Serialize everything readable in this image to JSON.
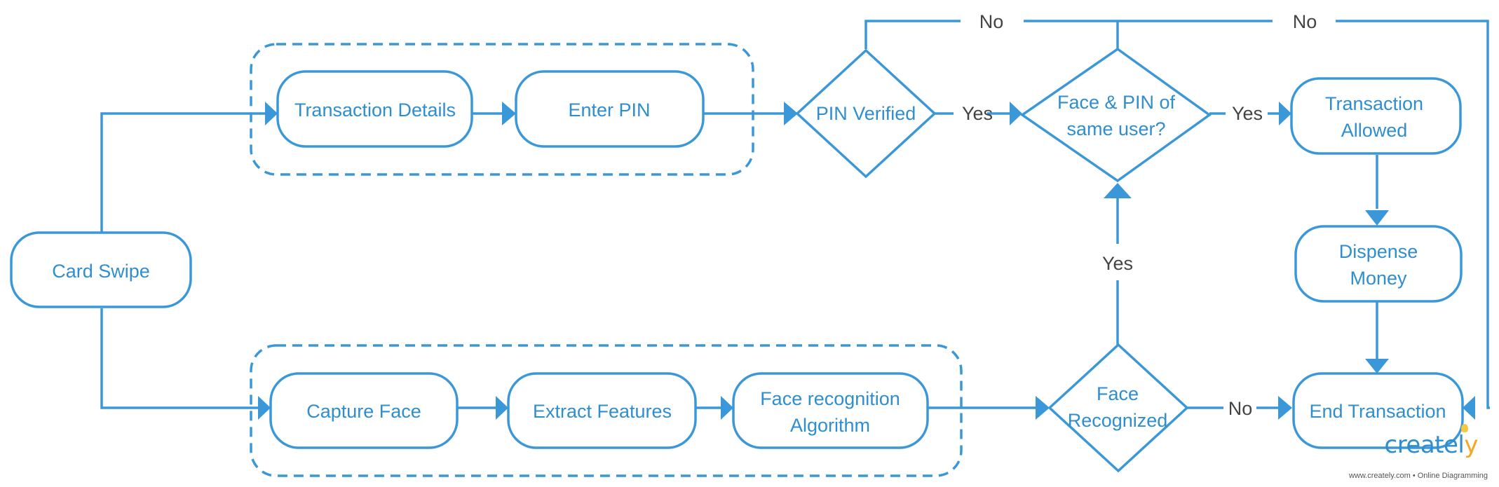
{
  "colors": {
    "accent": "#3a97d8",
    "node_text": "#2f8ecf",
    "edge_text": "#444444",
    "logo_y": "#f5a623"
  },
  "nodes": {
    "card_swipe": "Card Swipe",
    "transaction_details": "Transaction Details",
    "enter_pin": "Enter PIN",
    "pin_verified": "PIN Verified",
    "face_pin_same_user": [
      "Face & PIN of",
      "same user?"
    ],
    "transaction_allowed": [
      "Transaction",
      "Allowed"
    ],
    "dispense_money": [
      "Dispense",
      "Money"
    ],
    "capture_face": "Capture Face",
    "extract_features": "Extract Features",
    "face_recognition_algorithm": [
      "Face recognition",
      "Algorithm"
    ],
    "face_recognized": [
      "Face",
      "Recognized"
    ],
    "end_transaction": "End Transaction"
  },
  "edges": {
    "pin_no": "No",
    "pin_yes": "Yes",
    "match_no": "No",
    "match_yes": "Yes",
    "face_yes": "Yes",
    "face_no": "No"
  },
  "logo": {
    "word_main": "createl",
    "word_y": "y",
    "sub": "www.creately.com • Online Diagramming"
  }
}
